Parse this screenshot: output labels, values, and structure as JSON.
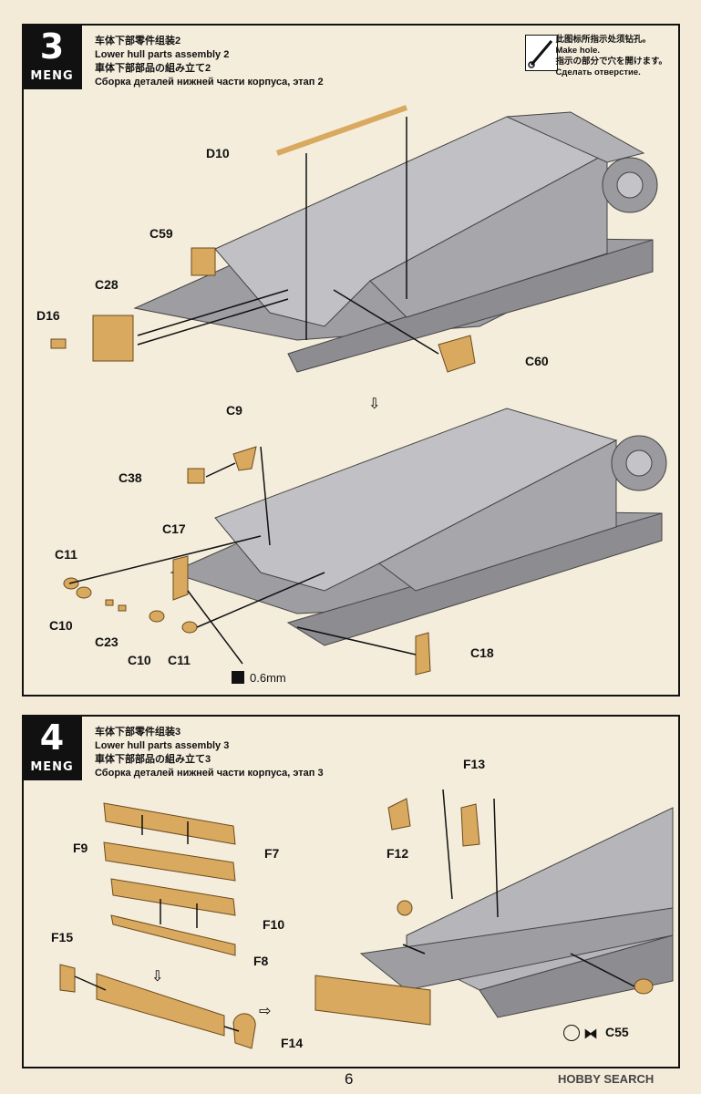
{
  "step3": {
    "number": "3",
    "brand": "MENG",
    "title_zh": "车体下部零件组装2",
    "title_en": "Lower hull parts assembly 2",
    "title_ja": "車体下部部品の組み立て2",
    "title_ru": "Сборка деталей нижней части корпуса, этап 2",
    "note_zh": "此图标所指示处须钻孔。",
    "note_en": "Make hole.",
    "note_ja": "指示の部分で穴を開けます。",
    "note_ru": "Сделать отверстие.",
    "labels": [
      "D10",
      "C59",
      "C28",
      "D16",
      "C60",
      "C9",
      "C38",
      "C17",
      "C11",
      "C10",
      "C23",
      "C10",
      "C11",
      "C18"
    ],
    "drill_size": "0.6mm"
  },
  "step4": {
    "number": "4",
    "brand": "MENG",
    "title_zh": "车体下部零件组装3",
    "title_en": "Lower hull parts assembly 3",
    "title_ja": "車体下部部品の組み立て3",
    "title_ru": "Сборка деталей нижней части корпуса, этап 3",
    "labels": [
      "F13",
      "F9",
      "F7",
      "F12",
      "F10",
      "F15",
      "F8",
      "F14",
      "C55"
    ]
  },
  "page_number": "6",
  "watermark": {
    "brand": "HOBBY",
    "text": "SEARCH"
  },
  "colors": {
    "hull": "#b7b7bb",
    "part": "#d8a95e",
    "background": "#f3ead8"
  }
}
